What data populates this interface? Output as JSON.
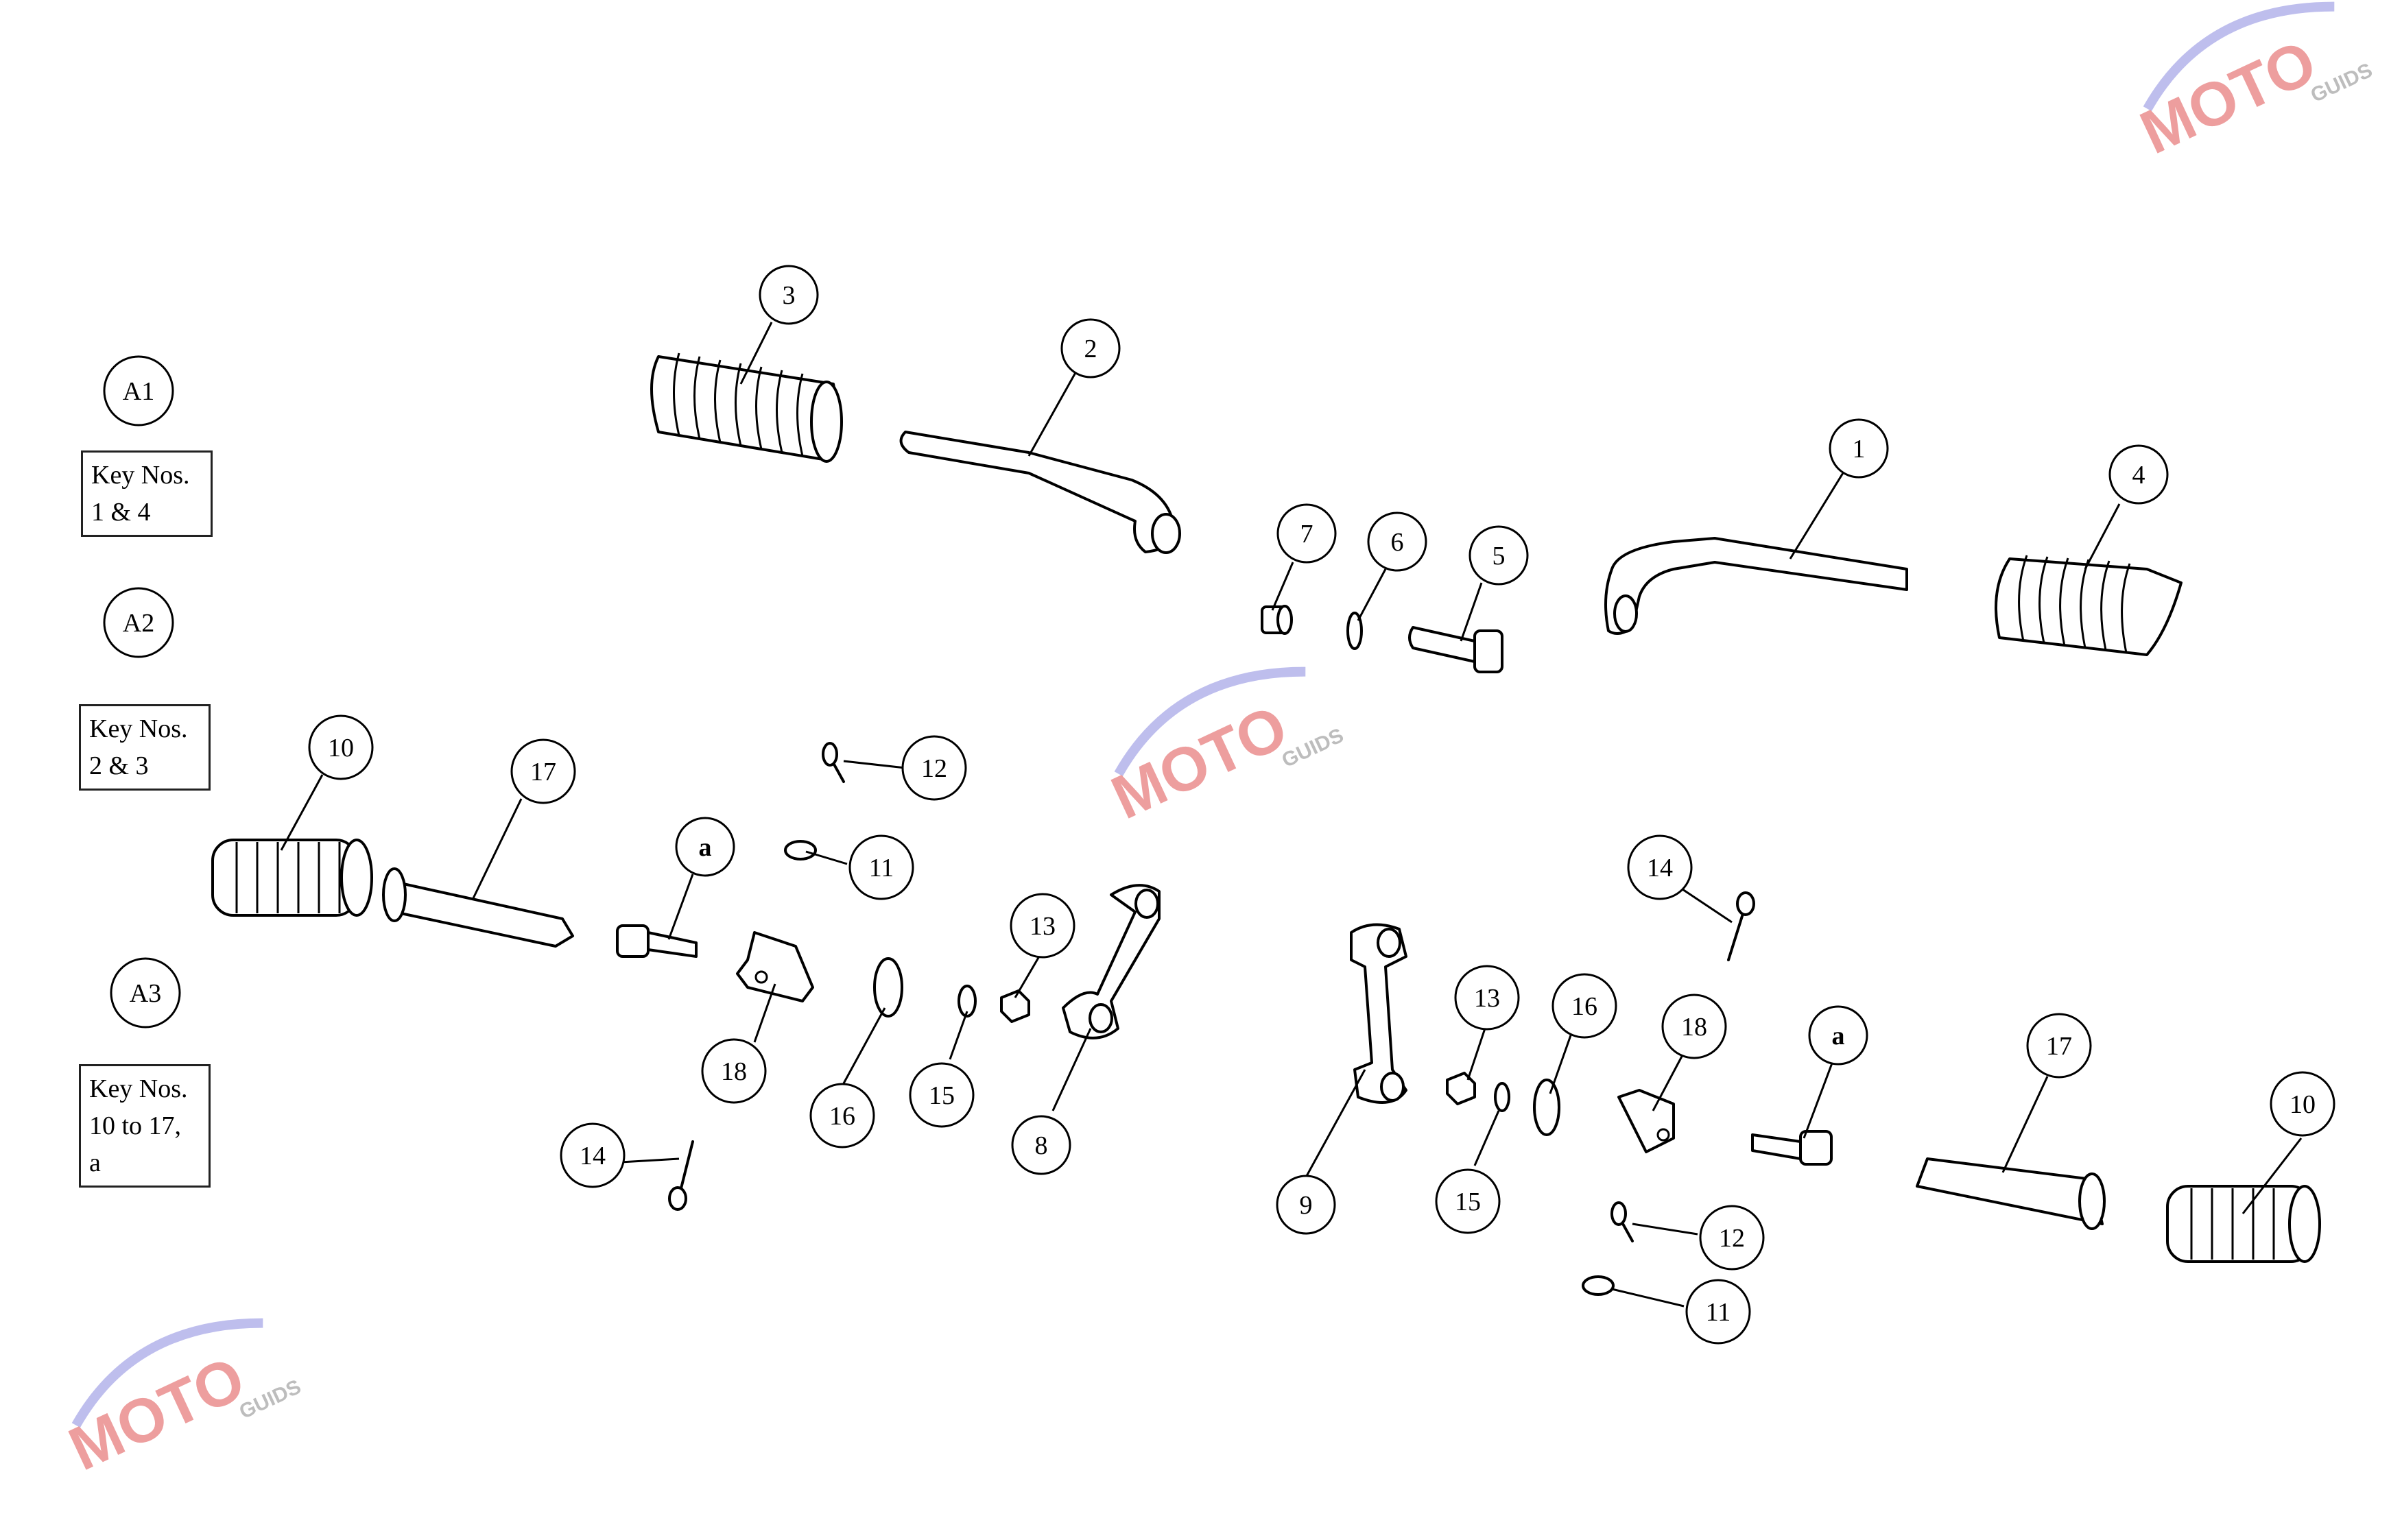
{
  "section_labels": [
    {
      "id": "A1",
      "label": "A1",
      "key_lines": [
        "Key Nos.",
        "1 & 4"
      ]
    },
    {
      "id": "A2",
      "label": "A2",
      "key_lines": [
        "Key Nos.",
        "2 & 3"
      ]
    },
    {
      "id": "A3",
      "label": "A3",
      "key_lines": [
        "Key Nos.",
        "10 to 17,",
        "a"
      ]
    }
  ],
  "callouts": [
    "3",
    "2",
    "1",
    "4",
    "7",
    "6",
    "5",
    "10",
    "17",
    "12",
    "a",
    "11",
    "13",
    "18",
    "16",
    "15",
    "8",
    "14",
    "14",
    "13",
    "16",
    "18",
    "a",
    "17",
    "10",
    "9",
    "15",
    "12",
    "11"
  ],
  "watermark": {
    "text": "MOTO",
    "subtext": "GUIDS",
    "accent_color": "#e05050",
    "swoosh_color": "#7b7bd6"
  }
}
